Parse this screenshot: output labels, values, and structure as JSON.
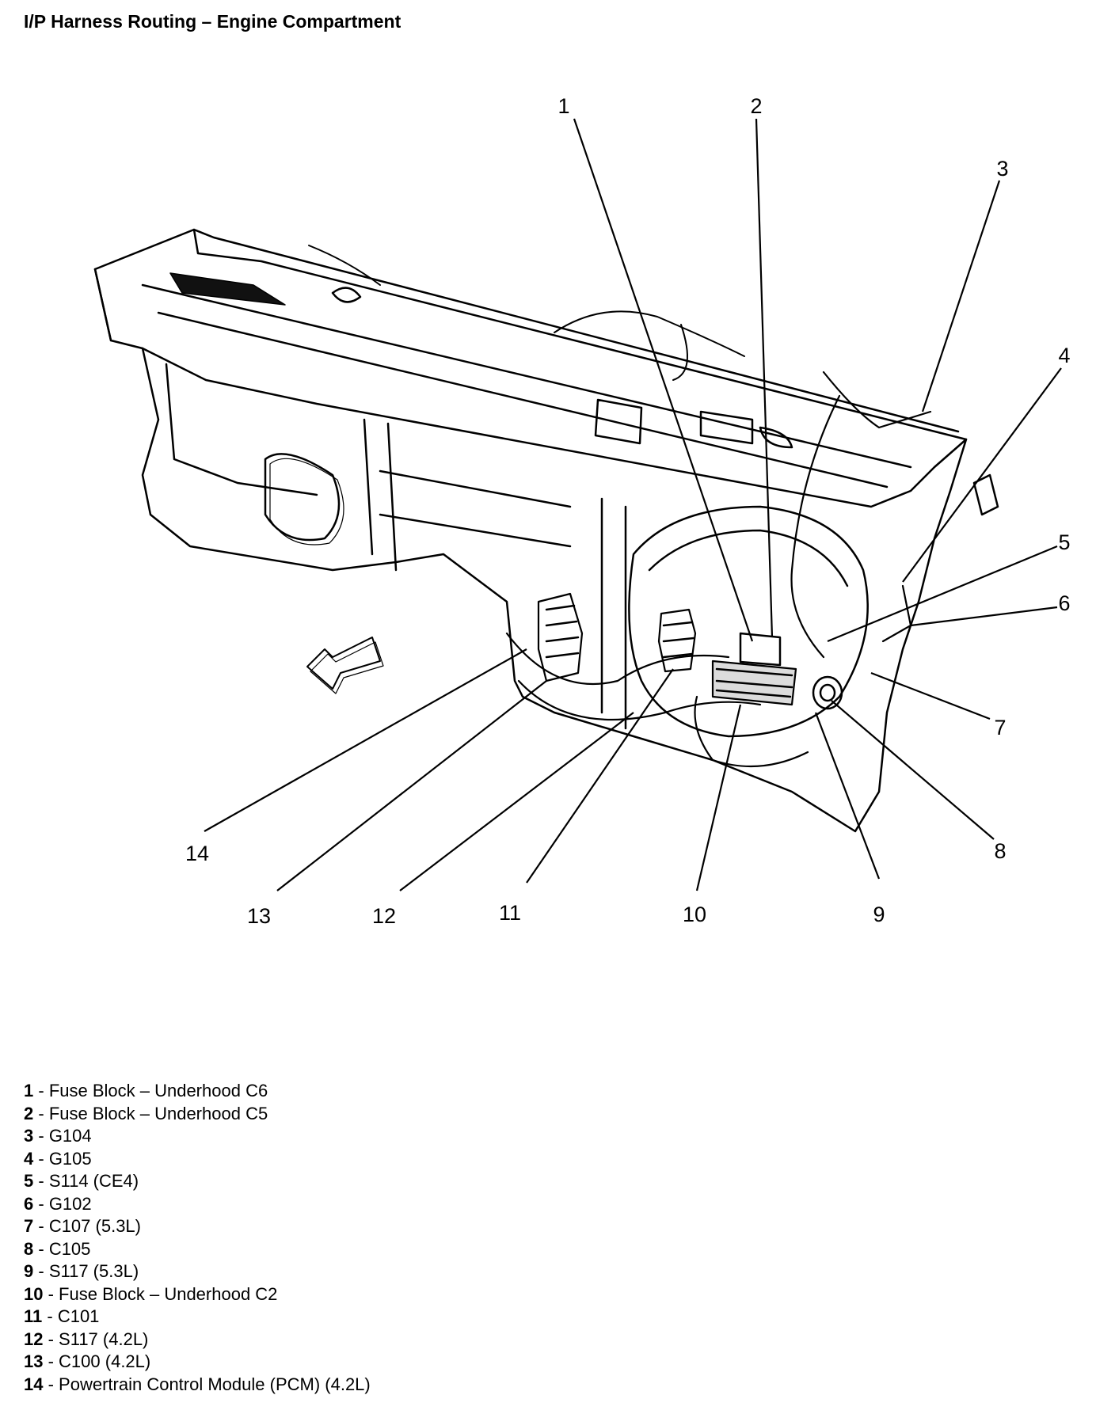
{
  "title": "I/P Harness Routing – Engine Compartment",
  "callouts": [
    "1",
    "2",
    "3",
    "4",
    "5",
    "6",
    "7",
    "8",
    "9",
    "10",
    "11",
    "12",
    "13",
    "14"
  ],
  "legend": [
    {
      "num": "1",
      "sep": " - ",
      "text": "Fuse Block – Underhood C6"
    },
    {
      "num": "2",
      "sep": " - ",
      "text": "Fuse Block – Underhood C5"
    },
    {
      "num": "3",
      "sep": " - ",
      "text": "G104"
    },
    {
      "num": "4",
      "sep": " - ",
      "text": "G105"
    },
    {
      "num": "5",
      "sep": " - ",
      "text": "S114 (CE4)"
    },
    {
      "num": "6",
      "sep": " - ",
      "text": "G102"
    },
    {
      "num": "7",
      "sep": " - ",
      "text": "C107 (5.3L)"
    },
    {
      "num": "8",
      "sep": " - ",
      "text": "C105"
    },
    {
      "num": "9",
      "sep": " - ",
      "text": "S117 (5.3L)"
    },
    {
      "num": "10",
      "sep": " - ",
      "text": "Fuse Block – Underhood C2"
    },
    {
      "num": "11",
      "sep": " - ",
      "text": "C101"
    },
    {
      "num": "12",
      "sep": " - ",
      "text": "S117 (4.2L)"
    },
    {
      "num": "13",
      "sep": " - ",
      "text": "C100 (4.2L)"
    },
    {
      "num": "14",
      "sep": " - ",
      "text": "Powertrain Control Module (PCM) (4.2L)"
    }
  ]
}
